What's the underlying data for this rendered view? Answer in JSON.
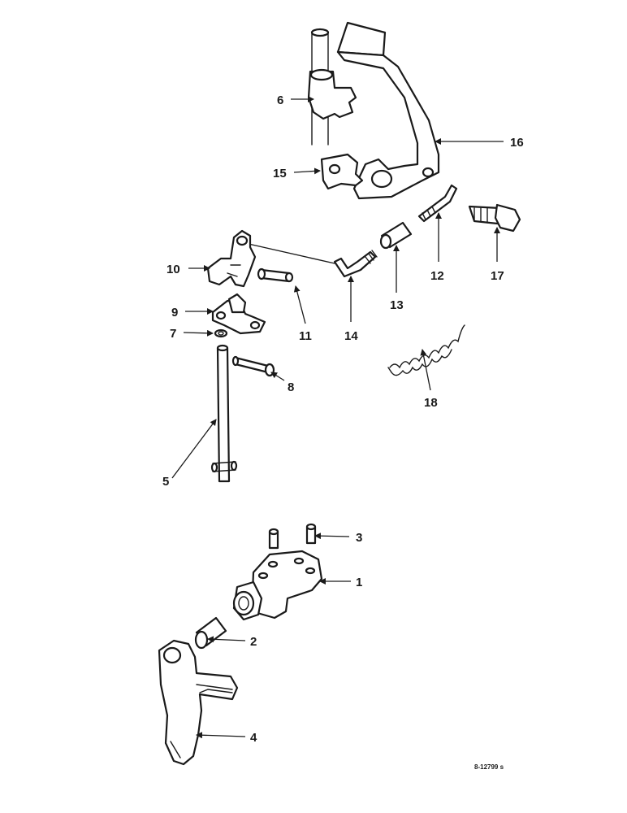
{
  "callouts": {
    "c1": "1",
    "c2": "2",
    "c3": "3",
    "c4": "4",
    "c5": "5",
    "c6": "6",
    "c7": "7",
    "c8": "8",
    "c9": "9",
    "c10": "10",
    "c11": "11",
    "c12": "12",
    "c13": "13",
    "c14": "14",
    "c15": "15",
    "c16": "16",
    "c17": "17",
    "c18": "18"
  },
  "reference_number": "8-12799 s"
}
